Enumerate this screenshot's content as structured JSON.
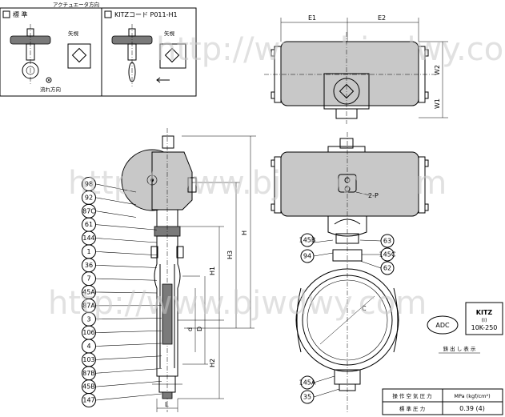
{
  "header": {
    "actuator_direction": "アクチュエータ方向",
    "option_standard": "標 準",
    "option_kitz_code": "KITZコード P011-H1",
    "arrow_label": "矢視",
    "flow_direction": "流れ方向"
  },
  "dimensions": {
    "e1": "E1",
    "e2": "E2",
    "w1": "W1",
    "w2": "W2",
    "h": "H",
    "h1": "H1",
    "h2": "H2",
    "h3": "H3",
    "d_small": "d",
    "d_large": "D",
    "l": "L",
    "c": "C",
    "port": "2-P"
  },
  "parts_left": [
    "98",
    "92",
    "87C",
    "61",
    "144",
    "1",
    "36",
    "7",
    "45A",
    "87A",
    "3",
    "106",
    "4",
    "103",
    "87B",
    "45B",
    "147"
  ],
  "parts_right": {
    "r145b": "145B",
    "r94": "94",
    "r63": "63",
    "r145c": "145C",
    "r62": "62",
    "r145a": "145A",
    "r35": "35"
  },
  "marking": {
    "adc": "ADC",
    "kitz": "KITZ",
    "grade": "(I)",
    "rating": "10K-250",
    "caption": "鋳 出 し 表 示"
  },
  "table": {
    "header_label": "操 作 空 気 圧 力",
    "header_unit": "MPa (kgf/cm²)",
    "row_label": "標 準 圧 力",
    "row_value": "0.39 (4)"
  },
  "watermark": "http://www.bjwdwy.com"
}
